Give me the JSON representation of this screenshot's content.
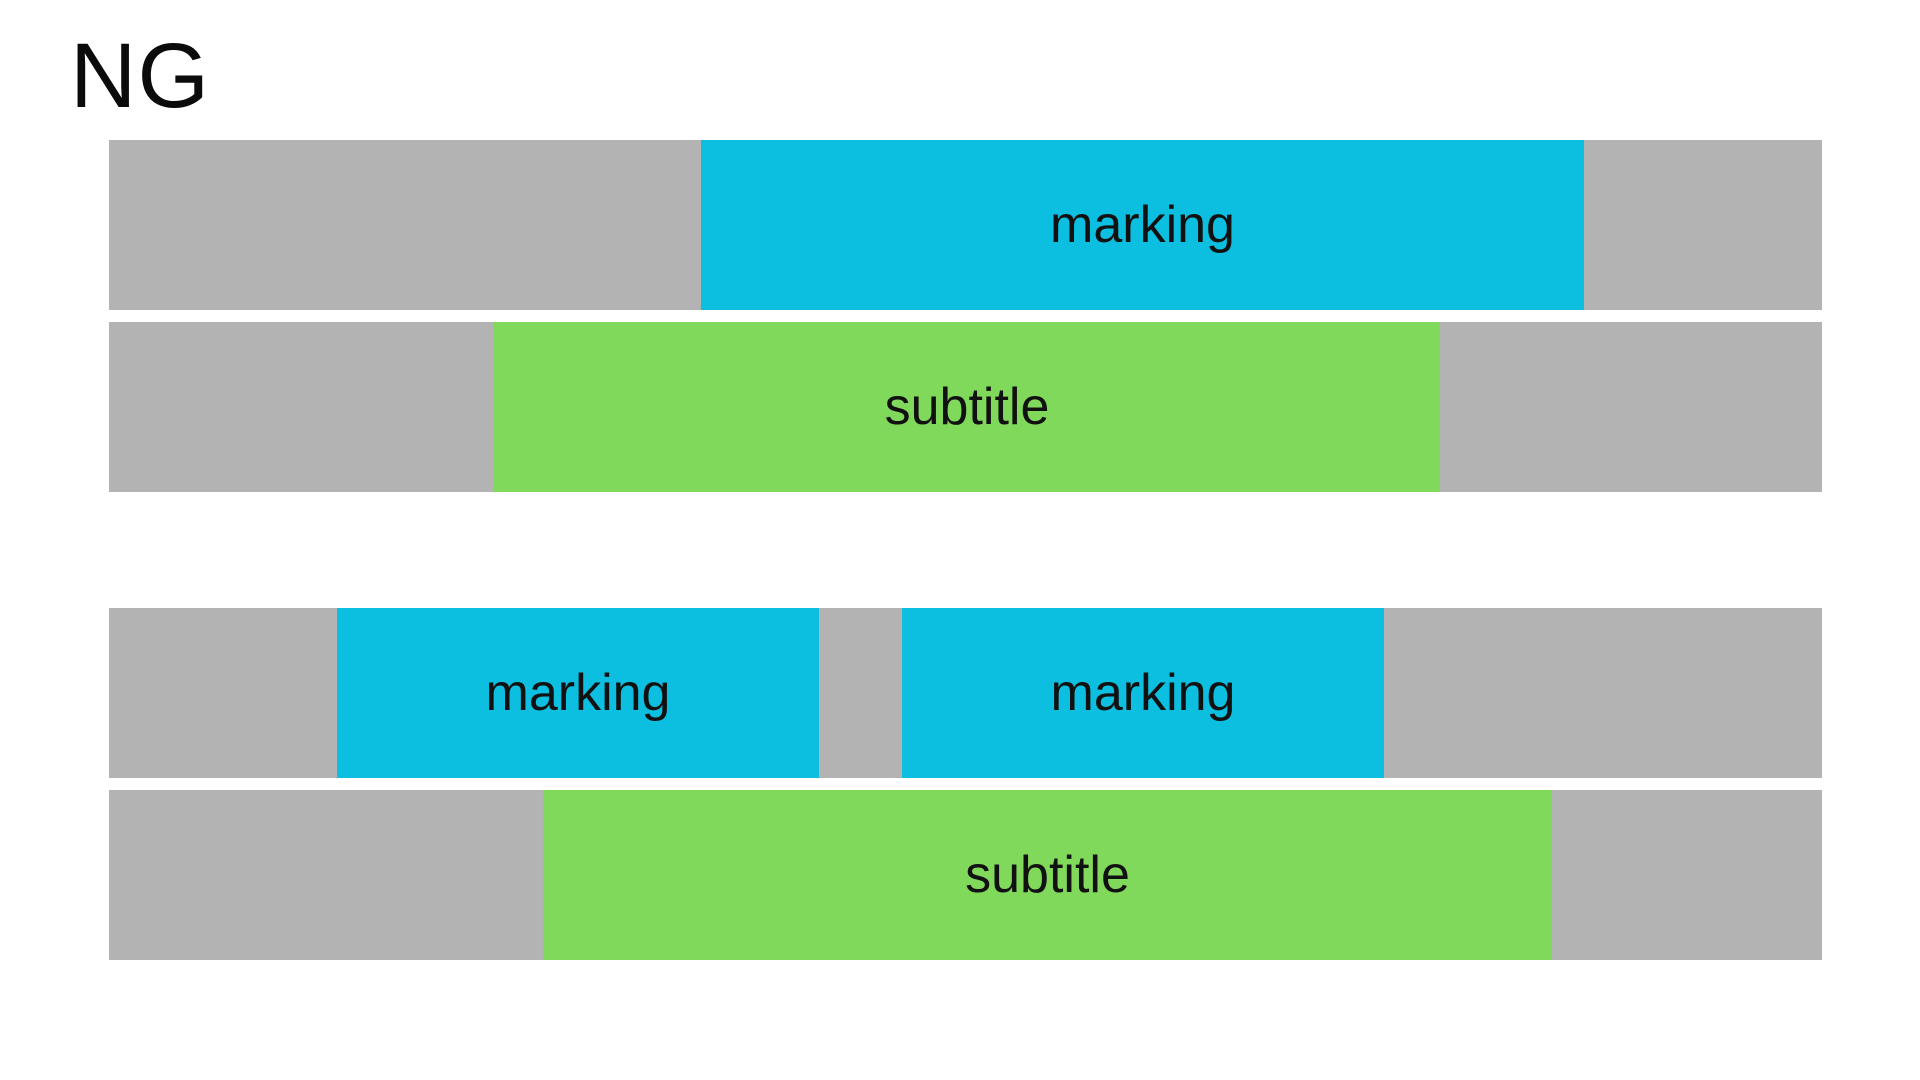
{
  "title": "NG",
  "groups": [
    {
      "marking_track": {
        "segments": [
          {
            "label": "marking"
          }
        ]
      },
      "subtitle_track": {
        "segments": [
          {
            "label": "subtitle"
          }
        ]
      }
    },
    {
      "marking_track": {
        "segments": [
          {
            "label": "marking"
          },
          {
            "label": "marking"
          }
        ]
      },
      "subtitle_track": {
        "segments": [
          {
            "label": "subtitle"
          }
        ]
      }
    }
  ],
  "colors": {
    "track": "#b3b3b3",
    "marking": "#0cbfe0",
    "subtitle": "#80d95a",
    "background": "#ffffff"
  }
}
